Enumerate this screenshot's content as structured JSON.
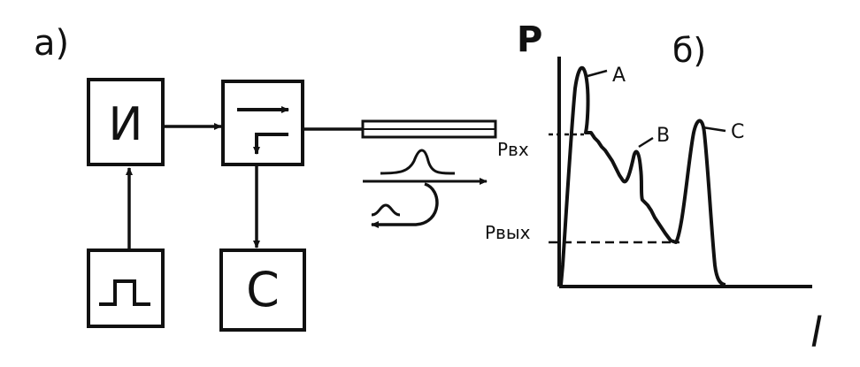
{
  "panel_a": {
    "label": "а)",
    "blocks": {
      "source": {
        "label": "И"
      },
      "coupler": {
        "label": ""
      },
      "pulse_generator": {
        "label": ""
      },
      "scope": {
        "label": "С"
      }
    }
  },
  "panel_b": {
    "label": "б)",
    "y_axis_label": "P",
    "x_axis_label": "l",
    "level_in_label": "Pвх",
    "level_out_label": "Pвых",
    "peak_labels": {
      "a": "A",
      "b": "B",
      "c": "C"
    }
  },
  "colors": {
    "ink": "#111111",
    "paper": "#ffffff"
  }
}
